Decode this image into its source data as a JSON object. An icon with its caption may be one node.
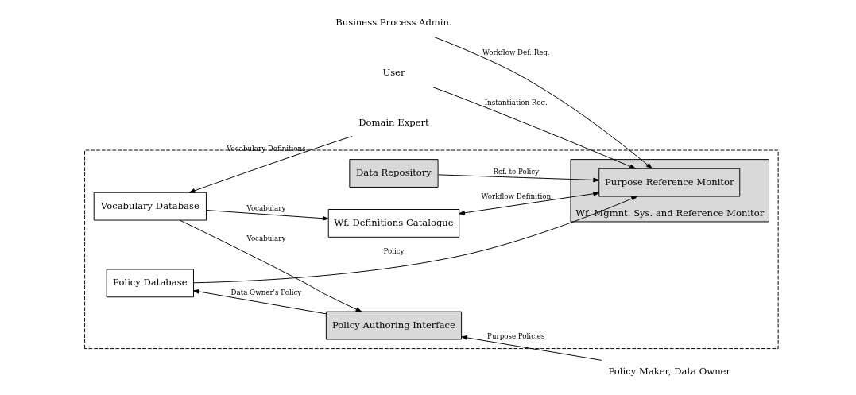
{
  "diagram": {
    "nodes": [
      {
        "text": [],
        "shape": "box"
      },
      {
        "text": [
          "User"
        ]
      },
      {
        "text": [
          "Business Process Admin."
        ]
      },
      {
        "text": [
          "Data Repository"
        ],
        "in": 0
      },
      {
        "text": [
          "Wf. Mgmnt. Sys. and Reference Monitor"
        ],
        "in": 0
      },
      {
        "text": [
          "Purpose Reference Monitor"
        ],
        "in": 4
      },
      {
        "text": [
          "Wf. Definitions Catalogue"
        ],
        "in": 0
      },
      {
        "text": [
          "Vocabulary Database"
        ],
        "in": 0
      },
      {
        "text": [
          "Domain Expert"
        ]
      },
      {
        "text": [
          "Policy Database"
        ],
        "in": 0
      },
      {
        "text": [
          "Policy Authoring Interface"
        ],
        "in": 0
      },
      {
        "text": [
          "Policy Maker, Data Owner"
        ]
      }
    ],
    "edges": [
      {
        "from": 1,
        "to": 5,
        "arrow": "to",
        "label": "Instantiation Req."
      },
      {
        "from": 2,
        "to": 5,
        "arrow": "to",
        "label": "Workflow Def. Req."
      },
      {
        "from": 3,
        "to": 5,
        "arrow": "to",
        "label": "Ref. to Policy"
      },
      {
        "from": 6,
        "to": 5,
        "arrow": "both",
        "label": "Workflow Definition"
      },
      {
        "from": 9,
        "to": 5,
        "arrow": "to",
        "label": "Policy"
      },
      {
        "from": 7,
        "to": 6,
        "arrow": "to",
        "label": "Vocabulary"
      },
      {
        "from": 7,
        "to": 10,
        "arrow": "to",
        "label": "Vocabulary"
      },
      {
        "from": 8,
        "to": 7,
        "arrow": "to",
        "label": "Vocabulary Definitions"
      },
      {
        "from": 11,
        "to": 10,
        "arrow": "to",
        "label": "Purpose Policies"
      },
      {
        "from": 10,
        "to": 9,
        "arrow": "to",
        "label": "Data Owner's Policy"
      }
    ]
  }
}
